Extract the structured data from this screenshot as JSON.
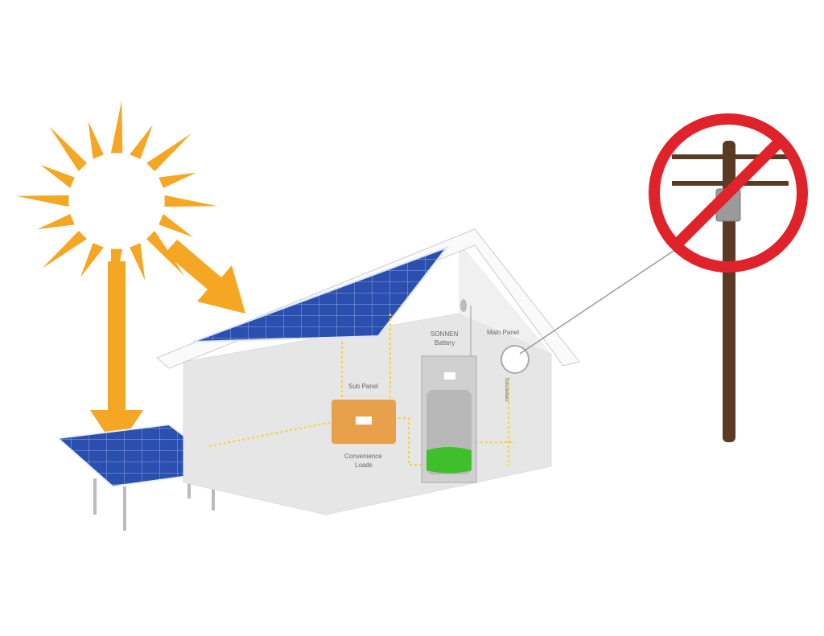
{
  "labels": {
    "sub_panel": "Sub Panel",
    "battery_line1": "SONNEN",
    "battery_line2": "Battery",
    "main_panel": "Main Panel",
    "loads_line1": "Convenience",
    "loads_line2": "Loads",
    "disconnect": "Disconnect"
  },
  "colors": {
    "sun": "#f5a623",
    "panel": "#2a4fae",
    "house": "#e6e6e6",
    "sub_panel": "#e8a04a",
    "battery_charge": "#3fbf2a",
    "prohibition": "#e0222a",
    "pole": "#5a3a22",
    "wire": "#f2d23a"
  }
}
